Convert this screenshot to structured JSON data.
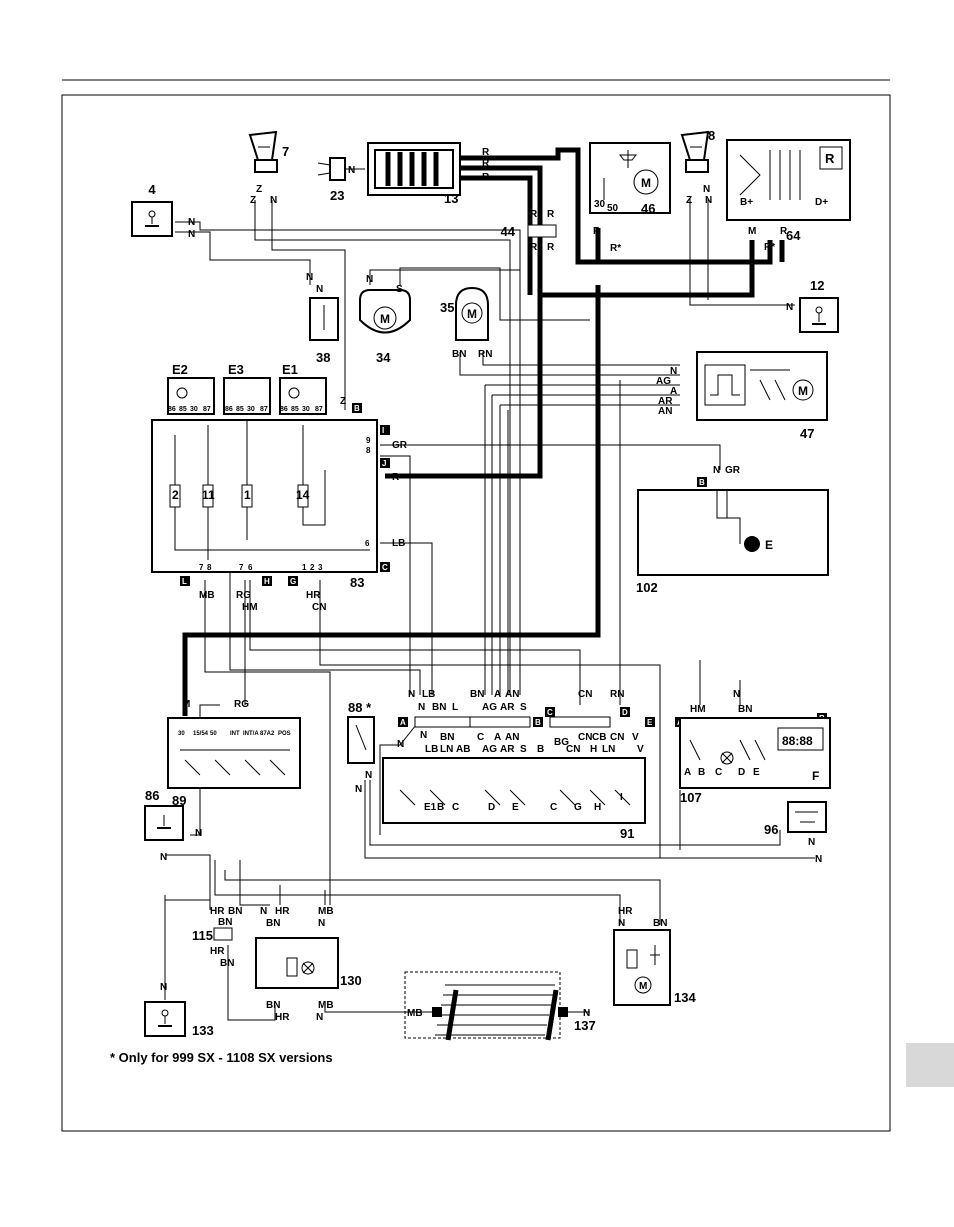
{
  "footnote": "* Only for 999 SX - 1108 SX versions",
  "components": {
    "c4": "4",
    "c7": "7",
    "c8": "8",
    "c12": "12",
    "c13": "13",
    "c23": "23",
    "c34": "34",
    "c35": "35",
    "c38": "38",
    "c44": "44",
    "c46": "46",
    "c47": "47",
    "c64": "64",
    "c83": "83",
    "c86": "86",
    "c88": "88 *",
    "c89": "89",
    "c91": "91",
    "c96": "96",
    "c102": "102",
    "c107": "107",
    "c115": "115",
    "c130": "130",
    "c133": "133",
    "c134": "134",
    "c137": "137",
    "e1": "E1",
    "e2": "E2",
    "e3": "E3",
    "f": "F",
    "lampE": "E",
    "clock": "88:88"
  },
  "wires": {
    "N": "N",
    "Z": "Z",
    "R": "R",
    "Rstar": "R*",
    "S": "S",
    "M": "M",
    "BN": "BN",
    "RN": "RN",
    "AG": "AG",
    "A": "A",
    "AR": "AR",
    "AN": "AN",
    "GR": "GR",
    "LB": "LB",
    "MB": "MB",
    "RG": "RG",
    "HM": "HM",
    "HR": "HR",
    "CN": "CN",
    "L": "L",
    "AB": "AB",
    "LN": "LN",
    "C": "C",
    "CB": "CB",
    "H": "H",
    "V": "V",
    "B": "B",
    "BG": "BG",
    "G": "G",
    "D": "D",
    "Bplus": "B+",
    "Dplus": "D+"
  },
  "pins": {
    "relay": [
      "86",
      "85",
      "30",
      "87"
    ],
    "ignition": [
      "30",
      "15/54",
      "50",
      "INT",
      "INT/A",
      "87A2",
      "POS"
    ],
    "p1": "1",
    "p2": "2",
    "p3": "3",
    "p6": "6",
    "p7": "7",
    "p8": "8",
    "p9": "9",
    "fuse2": "2",
    "fuse11": "11",
    "fuse1": "1",
    "fuse14": "14",
    "t30": "30",
    "t50": "50"
  },
  "connectors": {
    "A": "A",
    "B": "B",
    "C": "C",
    "D": "D",
    "E": "E",
    "G": "G",
    "H": "H",
    "I": "I",
    "J": "J",
    "L": "L"
  }
}
